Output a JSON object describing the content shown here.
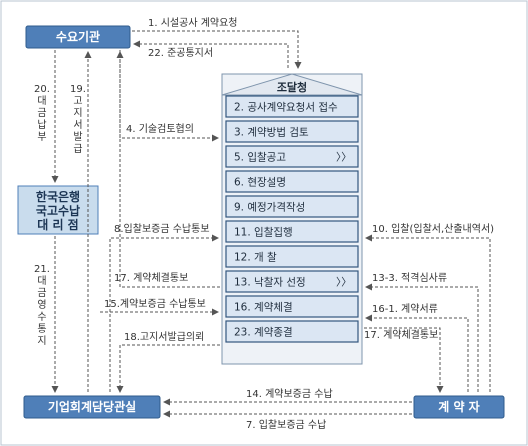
{
  "entities": {
    "demand": "수요기관",
    "bank": [
      "한국은행",
      "국고수납",
      "대 리 점"
    ],
    "accounting": "기업회계담당관실",
    "contractor": "계 약 자",
    "procurement_header": "조달청"
  },
  "steps": [
    "2. 공사계약요청서 접수",
    "3. 계약방법 검토",
    "5. 입찰공고",
    "6. 현장설명",
    "9. 예정가격작성",
    "11. 입찰집행",
    "12. 개  찰",
    "13. 낙찰자 선정",
    "16. 계약체결",
    "23. 계약종결"
  ],
  "step_arrow_glyph": "〉〉",
  "flow_labels": {
    "l1": "1. 시설공사 계약요청",
    "l22": "22. 준공통지서",
    "l4": "4. 기술검토협의",
    "l8": "8.입찰보증금 수납통보",
    "l17a": "17. 계약체결통보",
    "l15": "15.계약보증금 수납통보",
    "l18": "18.고지서발급의뢰",
    "l10": "10. 입찰(입찰서,산출내역서)",
    "l13_3": "13-3. 적격심사류",
    "l16_1": "16-1. 계약서류",
    "l17b": "17. 계약체결통보",
    "l14": "14. 계약보증금 수납",
    "l7": "7. 입찰보증금 수납"
  },
  "vertical_labels": {
    "v20": [
      "20.",
      "대",
      "금",
      "납",
      "부"
    ],
    "v19": [
      "19.",
      "고",
      "지",
      "서",
      "발",
      "급"
    ],
    "v21": [
      "21.",
      "대",
      "금",
      "영",
      "수",
      "통",
      "지"
    ]
  },
  "colors": {
    "entity_blue": "#4f7fb8",
    "step_fill": "#dbe6f3",
    "step_border": "#33577f",
    "arrow": "#555555",
    "bank_fill": "#c9dced"
  }
}
